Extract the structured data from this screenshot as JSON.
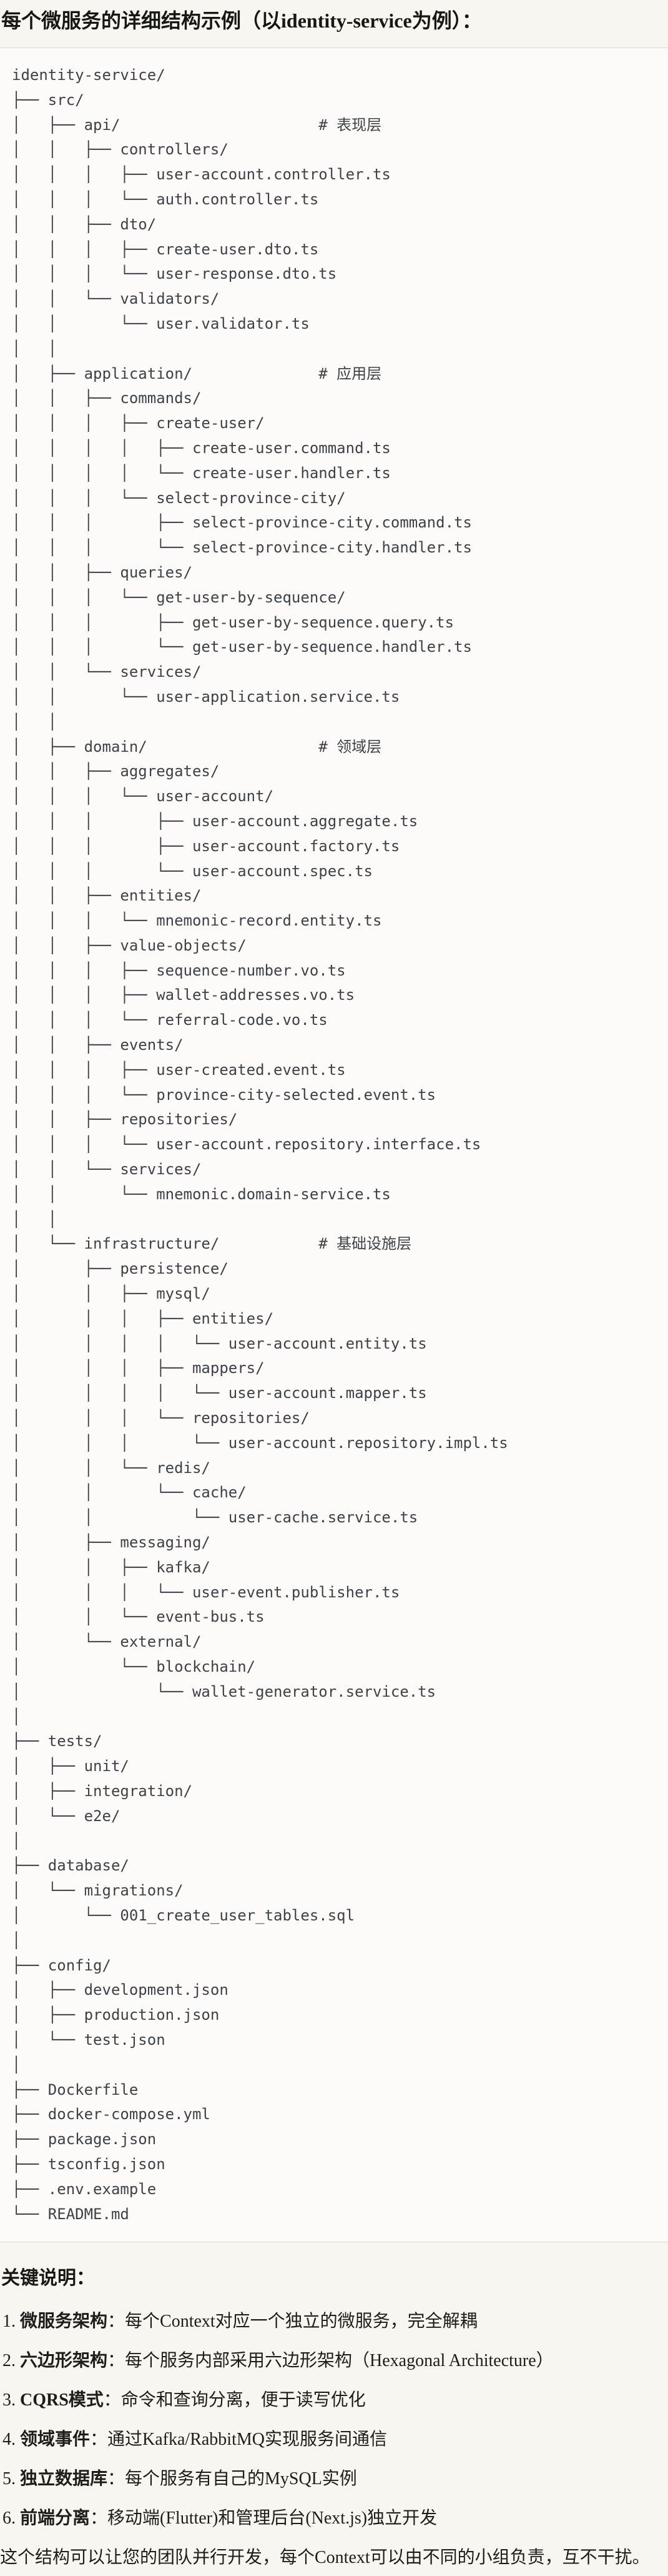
{
  "page": {
    "title": "每个微服务的详细结构示例（以identity-service为例）：",
    "closing": "这个结构可以让您的团队并行开发，每个Context可以由不同的小组负责，互不干扰。"
  },
  "colors": {
    "page_background": "#f8f6f1",
    "code_background": "#fcfbf9",
    "code_border": "#dcdad4",
    "code_text": "#3e4247",
    "body_text": "#1d1d1b"
  },
  "tree": {
    "lines": [
      "identity-service/",
      "├── src/",
      "│   ├── api/                      # 表现层",
      "│   │   ├── controllers/",
      "│   │   │   ├── user-account.controller.ts",
      "│   │   │   └── auth.controller.ts",
      "│   │   ├── dto/",
      "│   │   │   ├── create-user.dto.ts",
      "│   │   │   └── user-response.dto.ts",
      "│   │   └── validators/",
      "│   │       └── user.validator.ts",
      "│   │",
      "│   ├── application/              # 应用层",
      "│   │   ├── commands/",
      "│   │   │   ├── create-user/",
      "│   │   │   │   ├── create-user.command.ts",
      "│   │   │   │   └── create-user.handler.ts",
      "│   │   │   └── select-province-city/",
      "│   │   │       ├── select-province-city.command.ts",
      "│   │   │       └── select-province-city.handler.ts",
      "│   │   ├── queries/",
      "│   │   │   └── get-user-by-sequence/",
      "│   │   │       ├── get-user-by-sequence.query.ts",
      "│   │   │       └── get-user-by-sequence.handler.ts",
      "│   │   └── services/",
      "│   │       └── user-application.service.ts",
      "│   │",
      "│   ├── domain/                   # 领域层",
      "│   │   ├── aggregates/",
      "│   │   │   └── user-account/",
      "│   │   │       ├── user-account.aggregate.ts",
      "│   │   │       ├── user-account.factory.ts",
      "│   │   │       └── user-account.spec.ts",
      "│   │   ├── entities/",
      "│   │   │   └── mnemonic-record.entity.ts",
      "│   │   ├── value-objects/",
      "│   │   │   ├── sequence-number.vo.ts",
      "│   │   │   ├── wallet-addresses.vo.ts",
      "│   │   │   └── referral-code.vo.ts",
      "│   │   ├── events/",
      "│   │   │   ├── user-created.event.ts",
      "│   │   │   └── province-city-selected.event.ts",
      "│   │   ├── repositories/",
      "│   │   │   └── user-account.repository.interface.ts",
      "│   │   └── services/",
      "│   │       └── mnemonic.domain-service.ts",
      "│   │",
      "│   └── infrastructure/           # 基础设施层",
      "│       ├── persistence/",
      "│       │   ├── mysql/",
      "│       │   │   ├── entities/",
      "│       │   │   │   └── user-account.entity.ts",
      "│       │   │   ├── mappers/",
      "│       │   │   │   └── user-account.mapper.ts",
      "│       │   │   └── repositories/",
      "│       │   │       └── user-account.repository.impl.ts",
      "│       │   └── redis/",
      "│       │       └── cache/",
      "│       │           └── user-cache.service.ts",
      "│       ├── messaging/",
      "│       │   ├── kafka/",
      "│       │   │   └── user-event.publisher.ts",
      "│       │   └── event-bus.ts",
      "│       └── external/",
      "│           └── blockchain/",
      "│               └── wallet-generator.service.ts",
      "│",
      "├── tests/",
      "│   ├── unit/",
      "│   ├── integration/",
      "│   └── e2e/",
      "│",
      "├── database/",
      "│   └── migrations/",
      "│       └── 001_create_user_tables.sql",
      "│",
      "├── config/",
      "│   ├── development.json",
      "│   ├── production.json",
      "│   └── test.json",
      "│",
      "├── Dockerfile",
      "├── docker-compose.yml",
      "├── package.json",
      "├── tsconfig.json",
      "├── .env.example",
      "└── README.md"
    ]
  },
  "notes": {
    "heading": "关键说明：",
    "items": [
      {
        "num": "1.",
        "label": "微服务架构",
        "text": "：每个Context对应一个独立的微服务，完全解耦"
      },
      {
        "num": "2.",
        "label": "六边形架构",
        "text": "：每个服务内部采用六边形架构（Hexagonal Architecture）"
      },
      {
        "num": "3.",
        "label": "CQRS模式",
        "text": "：命令和查询分离，便于读写优化"
      },
      {
        "num": "4.",
        "label": "领域事件",
        "text": "：通过Kafka/RabbitMQ实现服务间通信"
      },
      {
        "num": "5.",
        "label": "独立数据库",
        "text": "：每个服务有自己的MySQL实例"
      },
      {
        "num": "6.",
        "label": "前端分离",
        "text": "：移动端(Flutter)和管理后台(Next.js)独立开发"
      }
    ]
  }
}
